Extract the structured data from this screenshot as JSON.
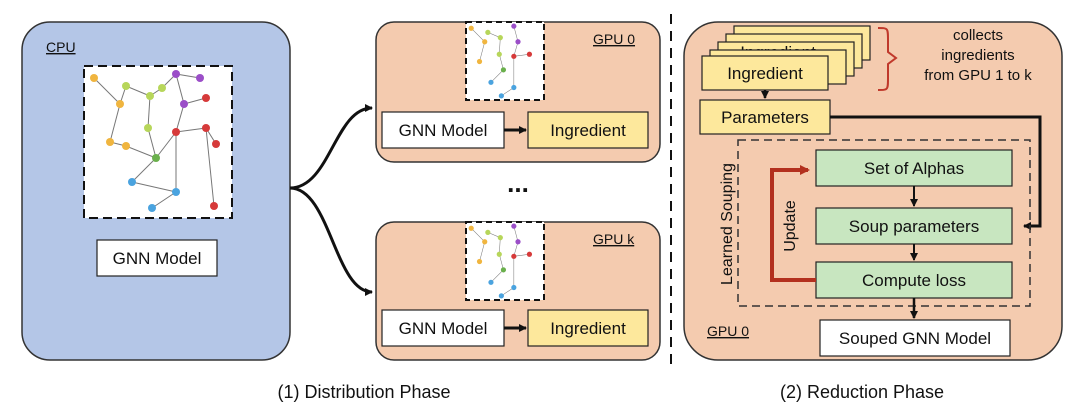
{
  "cpu": {
    "label": "CPU",
    "model_label": "GNN Model"
  },
  "gpu_top": {
    "label": "GPU 0",
    "model_label": "GNN Model",
    "ingredient_label": "Ingredient"
  },
  "gpu_bottom": {
    "label": "GPU k",
    "model_label": "GNN Model",
    "ingredient_label": "Ingredient"
  },
  "ellipsis": "...",
  "reduction": {
    "gpu_label": "GPU 0",
    "ingredient_label": "Ingredient",
    "ingredient_back_label": "Ingredient",
    "collect_note": [
      "collects",
      "ingredients",
      "from GPU 1 to k"
    ],
    "parameters_label": "Parameters",
    "learned_souping_label": "Learned Souping",
    "alphas_label": "Set of Alphas",
    "soup_params_label": "Soup parameters",
    "loss_label": "Compute loss",
    "update_label": "Update",
    "output_label": "Souped GNN Model"
  },
  "captions": {
    "distribution": "(1) Distribution Phase",
    "reduction": "(2) Reduction Phase"
  },
  "colors": {
    "cpu_panel": "#b4c6e7",
    "gpu_panel": "#f4cbaf",
    "ingredient": "#fde89c",
    "green": "#c8e6c0",
    "update_arrow": "#b3301e",
    "brace": "#c0392b"
  }
}
